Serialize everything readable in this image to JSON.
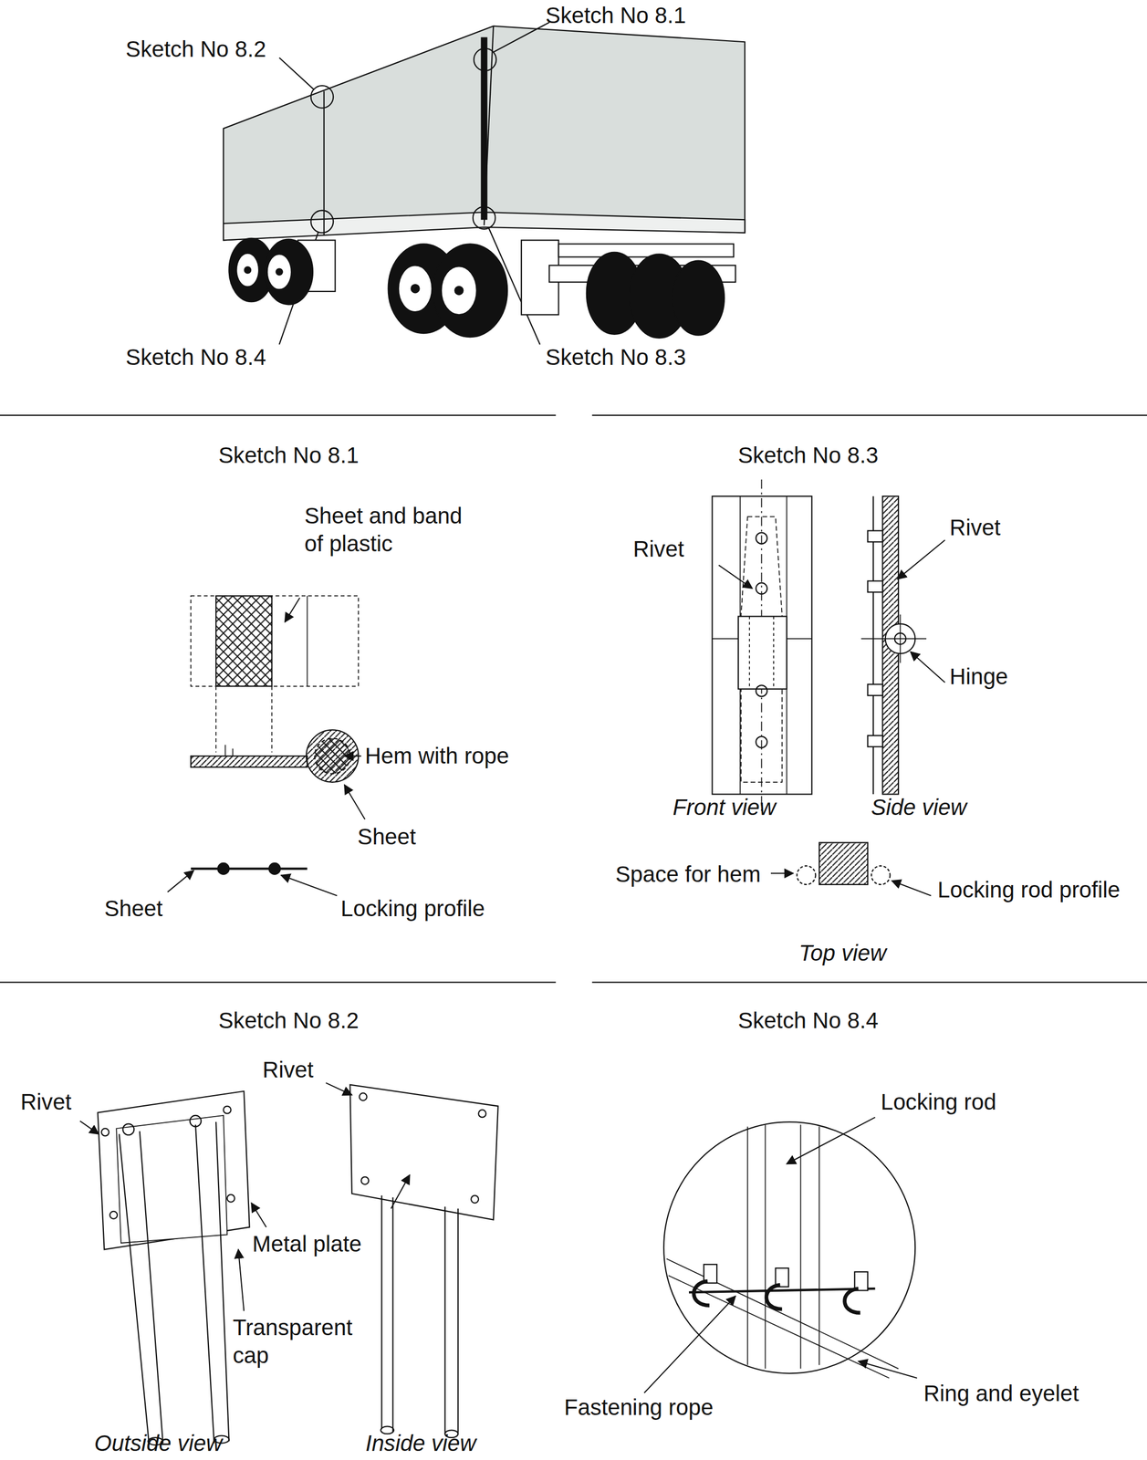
{
  "diagram": {
    "labels": [
      "Sketch No 8.1",
      "Sketch No 8.2",
      "Sketch No 8.4",
      "Sketch No 8.3",
      "Sketch No 8.1",
      "Sheet and band of plastic",
      "Hem with rope",
      "Sheet",
      "Sheet",
      "Locking profile",
      "Sketch No 8.3",
      "Rivet",
      "Rivet",
      "Hinge",
      "Front view",
      "Side view",
      "Space for hem",
      "Locking rod profile",
      "Top view",
      "Sketch No 8.2",
      "Rivet",
      "Rivet",
      "Metal plate",
      "Transparent cap",
      "Outside view",
      "Inside view",
      "Sketch No 8.4",
      "Locking rod",
      "Fastening rope",
      "Ring and eyelet"
    ]
  }
}
